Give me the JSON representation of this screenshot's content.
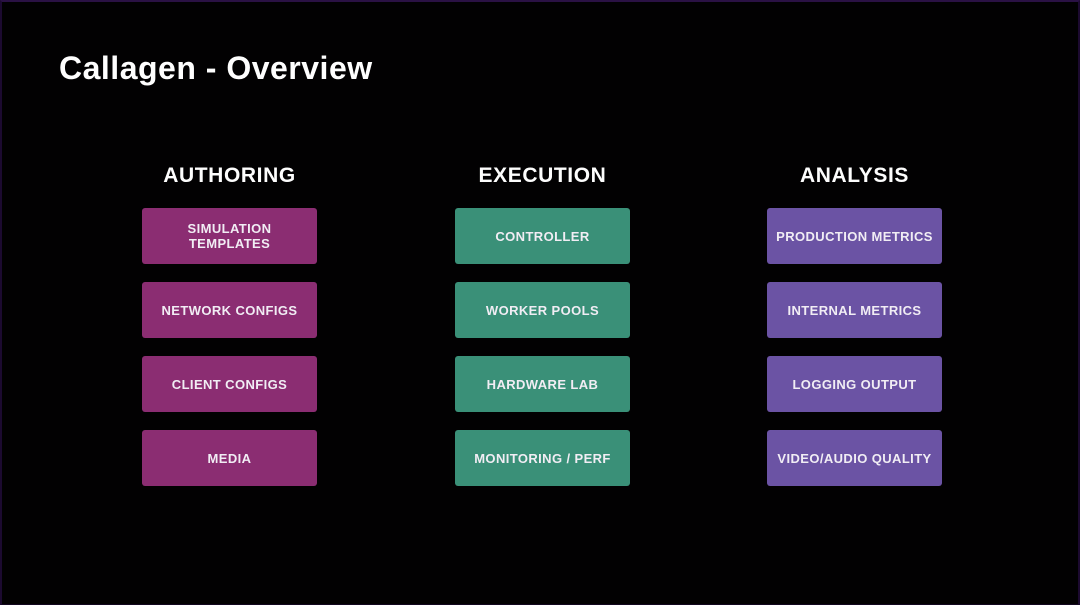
{
  "slide": {
    "title": "Callagen - Overview",
    "background_color": "#020102",
    "frame_accent_color": "#2a1144",
    "text_color": "#ffffff",
    "columns": [
      {
        "header": "AUTHORING",
        "box_color": "#8b2d72",
        "items": [
          {
            "label": "SIMULATION TEMPLATES"
          },
          {
            "label": "NETWORK CONFIGS"
          },
          {
            "label": "CLIENT CONFIGS"
          },
          {
            "label": "MEDIA"
          }
        ]
      },
      {
        "header": "EXECUTION",
        "box_color": "#3a9078",
        "items": [
          {
            "label": "CONTROLLER"
          },
          {
            "label": "WORKER POOLS"
          },
          {
            "label": "HARDWARE LAB"
          },
          {
            "label": "MONITORING / PERF"
          }
        ]
      },
      {
        "header": "ANALYSIS",
        "box_color": "#6b53a4",
        "items": [
          {
            "label": "PRODUCTION METRICS"
          },
          {
            "label": "INTERNAL METRICS"
          },
          {
            "label": "LOGGING OUTPUT"
          },
          {
            "label": "VIDEO/AUDIO QUALITY"
          }
        ]
      }
    ]
  }
}
